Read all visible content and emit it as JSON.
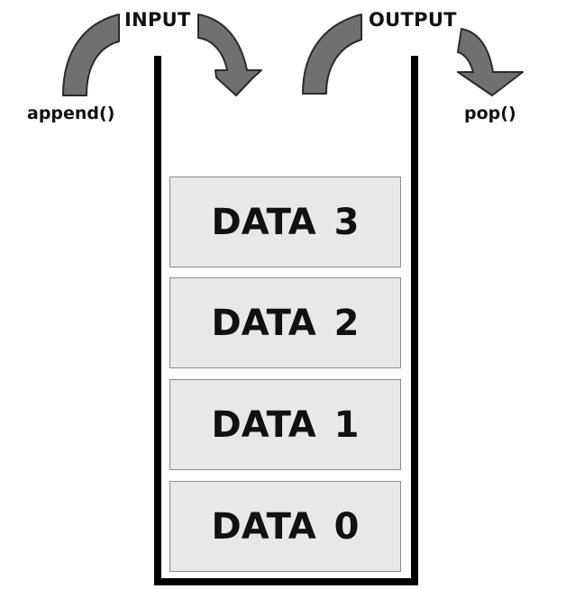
{
  "labels": {
    "input": "INPUT",
    "output": "OUTPUT",
    "append": "append()",
    "pop": "pop()"
  },
  "stack": {
    "items": [
      {
        "label": "DATA 3"
      },
      {
        "label": "DATA 2"
      },
      {
        "label": "DATA 1"
      },
      {
        "label": "DATA 0"
      }
    ]
  },
  "colors": {
    "arrow_fill": "#707070",
    "arrow_stroke": "#2a2a2a",
    "item_fill": "#e8e8e8",
    "item_border": "#8a8a8a",
    "wall": "#000000"
  }
}
